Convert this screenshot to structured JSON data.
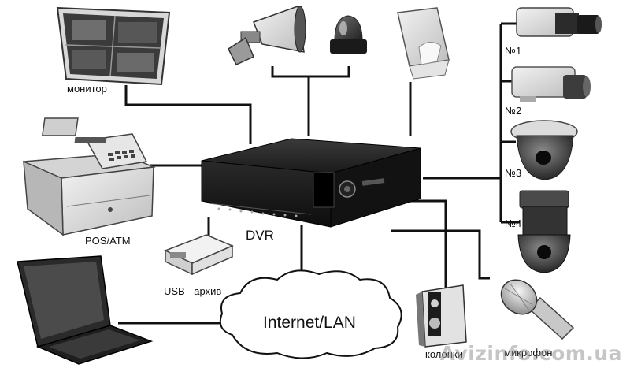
{
  "labels": {
    "monitor": "монитор",
    "pos": "POS/ATM",
    "usb": "USB - архив",
    "dvr": "DVR",
    "cloud": "Internet/LAN",
    "speakers": "колонки",
    "mic": "микрофон",
    "cam1": "№1",
    "cam2": "№2",
    "cam3": "№3",
    "cam4": "№4"
  },
  "watermark": "Avizinfo.com.ua"
}
